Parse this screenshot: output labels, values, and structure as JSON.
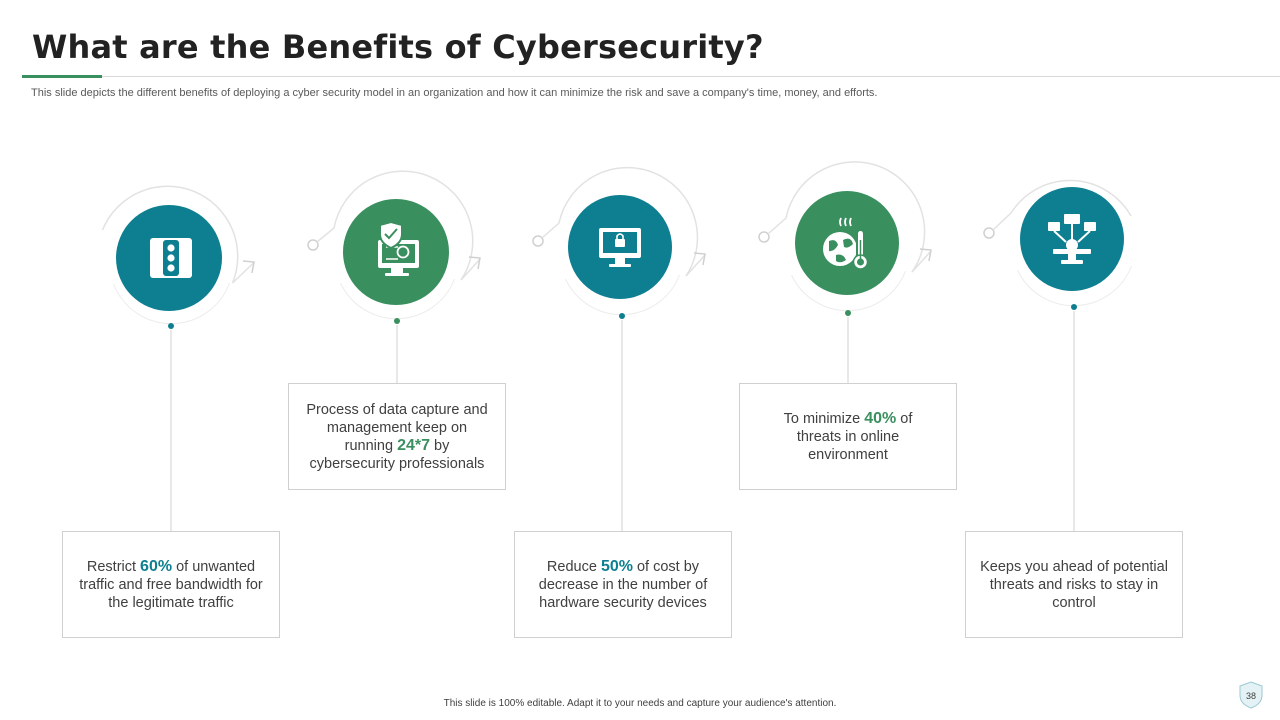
{
  "slide": {
    "title": "What are the Benefits of Cybersecurity?",
    "subtitle": "This slide depicts the different benefits of deploying a cyber security model in an organization and how it can minimize the risk and save a company's time, money, and efforts.",
    "footer": "This slide is 100% editable. Adapt it to your needs and capture your audience's attention.",
    "page_number": "38"
  },
  "colors": {
    "teal": "#0e7f91",
    "green": "#3a8f5f",
    "line": "#d0d0d0"
  },
  "benefits": [
    {
      "icon": "traffic-light-icon",
      "color": "teal",
      "pre": "Restrict ",
      "highlight": "60%",
      "post": " of unwanted traffic and free bandwidth for the legitimate traffic"
    },
    {
      "icon": "security-monitor-icon",
      "color": "green",
      "pre": "Process of data capture and management keep on running ",
      "highlight": "24*7",
      "post": " by cybersecurity professionals"
    },
    {
      "icon": "locked-monitor-icon",
      "color": "teal",
      "pre": "Reduce ",
      "highlight": "50%",
      "post": " of cost by decrease in the number of hardware security devices"
    },
    {
      "icon": "global-warming-icon",
      "color": "green",
      "pre": "To minimize ",
      "highlight": "40%",
      "post": " of threats in online environment"
    },
    {
      "icon": "network-hierarchy-icon",
      "color": "teal",
      "pre": "Keeps you ahead of potential threats and risks to stay in control",
      "highlight": "",
      "post": ""
    }
  ]
}
